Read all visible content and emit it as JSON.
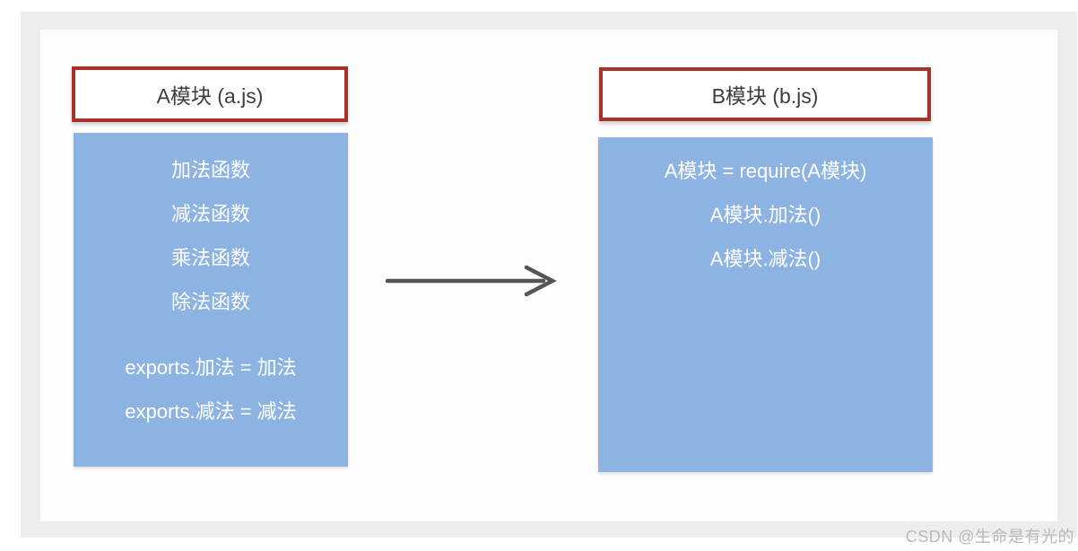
{
  "colors": {
    "page_background": "#ffffff",
    "panel_background": "#ededed",
    "card_background": "#fdfdfd",
    "title_border_red": "#a93228",
    "title_text": "#3d3d3d",
    "block_blue": "#8db3e2",
    "block_text": "#ffffff",
    "arrow_gray": "#555555",
    "watermark_gray": "#bcb9b4"
  },
  "diagram": {
    "module_a": {
      "title": "A模块 (a.js)",
      "function_lines": [
        "加法函数",
        "减法函数",
        "乘法函数",
        "除法函数"
      ],
      "export_lines": [
        "exports.加法 = 加法",
        "exports.减法 = 减法"
      ]
    },
    "module_b": {
      "title": "B模块 (b.js)",
      "code_lines": [
        "A模块 = require(A模块)",
        "A模块.加法()",
        "A模块.减法()"
      ]
    },
    "arrow": {
      "direction": "left-to-right"
    }
  },
  "watermark": {
    "text": "CSDN @生命是有光的"
  }
}
